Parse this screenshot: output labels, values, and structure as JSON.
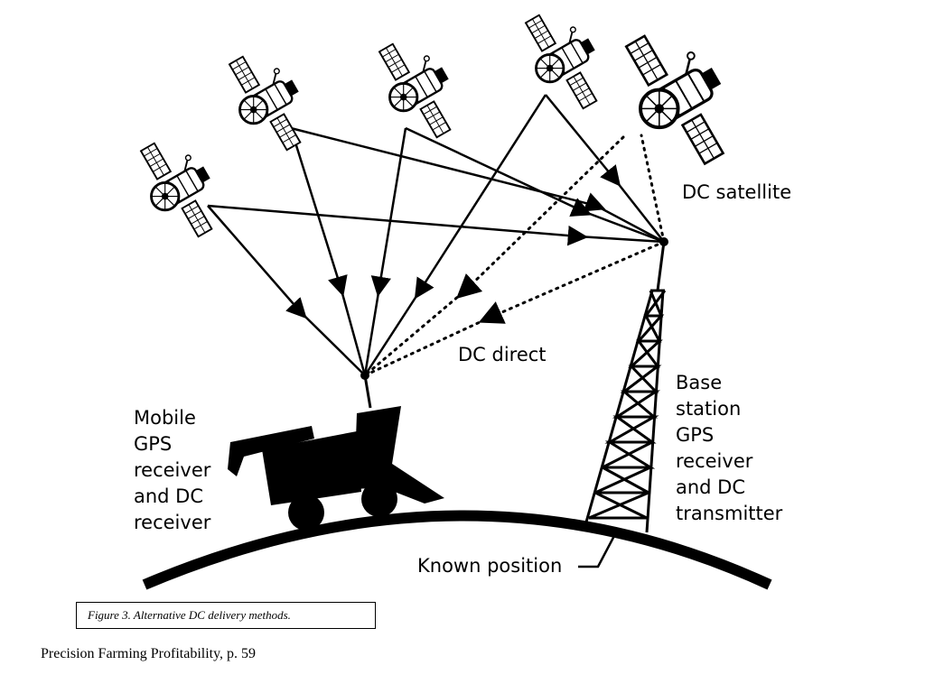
{
  "labels": {
    "dc_satellite": "DC satellite",
    "dc_direct": "DC direct",
    "mobile": [
      "Mobile",
      "GPS",
      "receiver",
      "and DC",
      "receiver"
    ],
    "base": [
      "Base",
      "station",
      "GPS",
      "receiver",
      "and DC",
      "transmitter"
    ],
    "known_position": "Known position"
  },
  "caption": "Figure 3. Alternative DC delivery methods.",
  "footer": "Precision Farming Profitability,  p. 59",
  "colors": {
    "ink": "#000000",
    "background": "#ffffff"
  },
  "icons": [
    "gps-satellite-icon",
    "dc-satellite-icon",
    "combine-harvester-icon",
    "transmission-tower-icon"
  ]
}
